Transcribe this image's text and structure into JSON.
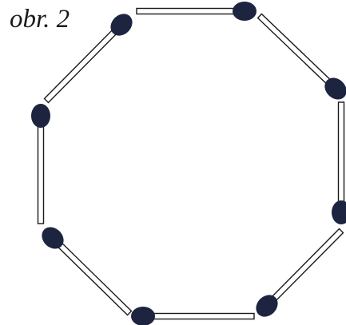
{
  "figure": {
    "caption": "obr. 2",
    "shape": "octagon",
    "match_count": 8
  },
  "colors": {
    "match_head": "#1c2440",
    "match_stick_fill": "#ffffff",
    "match_stick_outline": "#1a1a1a",
    "caption_text": "#1a1a1a"
  }
}
